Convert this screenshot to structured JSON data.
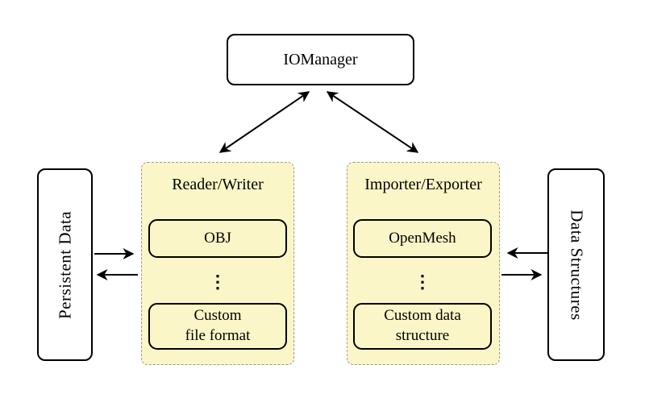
{
  "diagram": {
    "iomanager": {
      "label": "IOManager"
    },
    "reader_writer": {
      "title": "Reader/Writer",
      "first_item": "OBJ",
      "ellipsis": "⋮",
      "last_item": "Custom\nfile format"
    },
    "importer_exporter": {
      "title": "Importer/Exporter",
      "first_item": "OpenMesh",
      "ellipsis": "⋮",
      "last_item": "Custom data\nstructure"
    },
    "persistent_data": {
      "label": "Persistent Data"
    },
    "data_structures": {
      "label": "Data Structures"
    },
    "edges": [
      {
        "from": "iomanager",
        "to": "reader_writer",
        "direction": "bidirectional"
      },
      {
        "from": "iomanager",
        "to": "importer_exporter",
        "direction": "bidirectional"
      },
      {
        "from": "persistent_data",
        "to": "reader_writer",
        "direction": "one-way"
      },
      {
        "from": "reader_writer",
        "to": "persistent_data",
        "direction": "one-way"
      },
      {
        "from": "data_structures",
        "to": "importer_exporter",
        "direction": "one-way"
      },
      {
        "from": "importer_exporter",
        "to": "data_structures",
        "direction": "one-way"
      }
    ]
  },
  "colors": {
    "container_fill": "#fbf6c7",
    "container_border": "#9a9a9a",
    "node_fill": "#ffffff",
    "line": "#000000"
  }
}
